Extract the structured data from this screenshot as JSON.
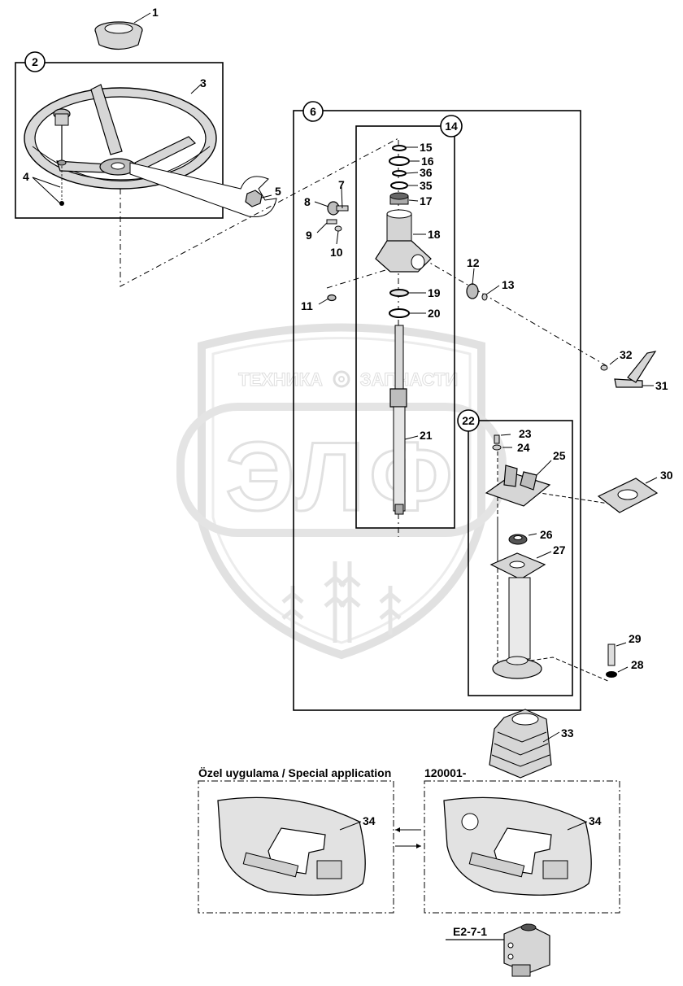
{
  "watermark": {
    "top_text": "ТЕХНИКА",
    "top_text_2": "ЗАПЧАСТИ",
    "big_text": "ЭЛФ",
    "gear_icon": "gear-icon"
  },
  "group_labels": {
    "g2": "2",
    "g6": "6",
    "g14": "14",
    "g22": "22"
  },
  "part_numbers": {
    "p1": "1",
    "p3": "3",
    "p4": "4",
    "p5": "5",
    "p7": "7",
    "p8": "8",
    "p9": "9",
    "p10": "10",
    "p11": "11",
    "p12": "12",
    "p13": "13",
    "p15": "15",
    "p16": "16",
    "p36": "36",
    "p35": "35",
    "p17": "17",
    "p18": "18",
    "p19": "19",
    "p20": "20",
    "p21": "21",
    "p23": "23",
    "p24": "24",
    "p25": "25",
    "p26": "26",
    "p27": "27",
    "p28": "28",
    "p29": "29",
    "p30": "30",
    "p31": "31",
    "p32": "32",
    "p33": "33",
    "p34a": "34",
    "p34b": "34"
  },
  "captions": {
    "special": "Özel uygulama / Special application",
    "serial": "120001-",
    "reference": "E2-7-1"
  }
}
